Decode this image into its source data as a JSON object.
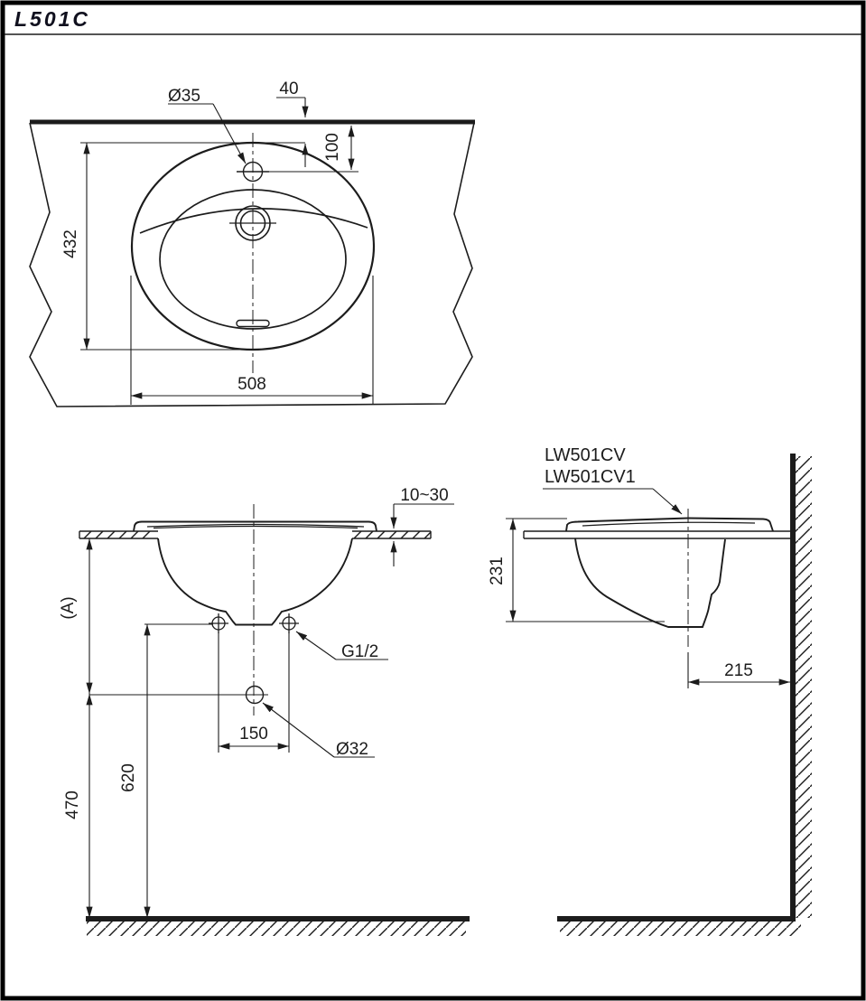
{
  "title": "L501C",
  "colors": {
    "line": "#1c1c1c",
    "background": "#ffffff"
  },
  "top_view": {
    "dim_faucet_hole_diameter": "Ø35",
    "dim_rim_to_wall": "40",
    "dim_faucet_center_from_wall": "100",
    "dim_basin_depth": "432",
    "dim_basin_width": "508"
  },
  "front_view": {
    "dim_counter_thickness": "10~30",
    "dim_counter_height_label": "(A)",
    "dim_supply_spacing": "150",
    "supply_thread_label": "G1/2",
    "drain_diameter_label": "Ø32",
    "dim_supply_height_from_floor": "620",
    "dim_drain_height_from_floor": "470"
  },
  "side_view": {
    "model_variant_1": "LW501CV",
    "model_variant_2": "LW501CV1",
    "dim_basin_total_depth": "231",
    "dim_drain_center_from_wall": "215"
  }
}
